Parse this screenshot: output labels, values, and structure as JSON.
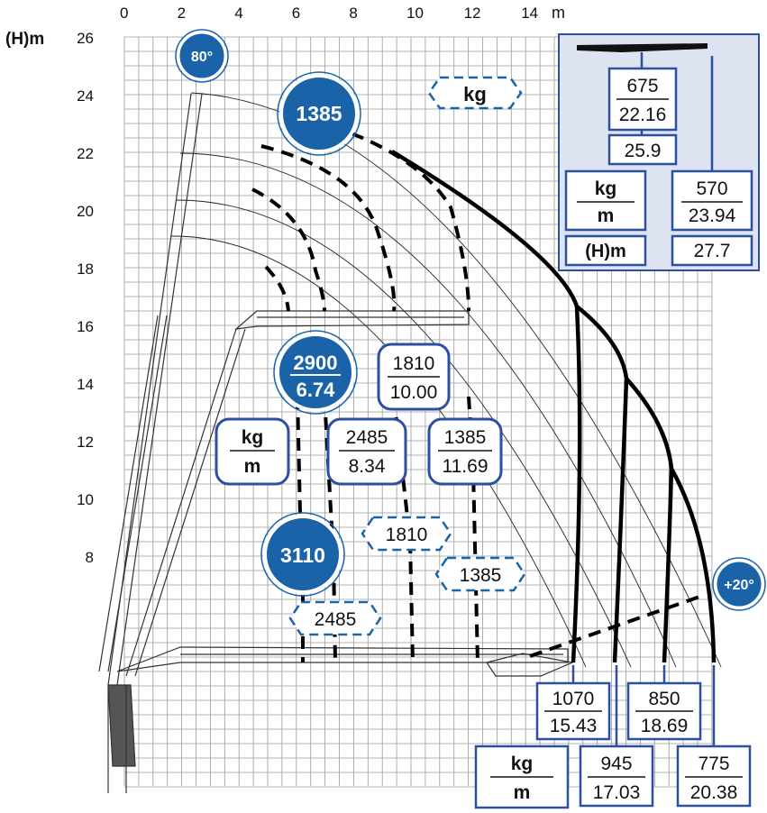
{
  "axes": {
    "x_unit": "m",
    "y_unit": "(H)m",
    "x_ticks": [
      "0",
      "2",
      "4",
      "6",
      "8",
      "10",
      "12",
      "14"
    ],
    "y_ticks": [
      "26",
      "24",
      "22",
      "20",
      "18",
      "16",
      "14",
      "12",
      "10",
      "8"
    ]
  },
  "angles": {
    "max": "80°",
    "min": "+20°"
  },
  "legend": {
    "kg": "kg",
    "m": "m",
    "hm": "(H)m"
  },
  "inset": {
    "load": "675",
    "reach": "22.16",
    "height_value": "25.9",
    "load2": "570",
    "reach2": "23.94",
    "height_value2": "27.7"
  },
  "capacities": {
    "c1385_top": "1385",
    "c2900": {
      "load": "2900",
      "reach": "6.74"
    },
    "c3110": "3110",
    "c2485_tag": "2485",
    "c1810_tag": "1810",
    "c1385_tag": "1385",
    "c1810": {
      "load": "1810",
      "reach": "10.00"
    },
    "c2485": {
      "load": "2485",
      "reach": "8.34"
    },
    "c1385": {
      "load": "1385",
      "reach": "11.69"
    }
  },
  "bottom_boxes": [
    {
      "load": "1070",
      "reach": "15.43"
    },
    {
      "load": "945",
      "reach": "17.03"
    },
    {
      "load": "850",
      "reach": "18.69"
    },
    {
      "load": "775",
      "reach": "20.38"
    }
  ],
  "colors": {
    "accent": "#1a63a8",
    "box_border": "#2c4f9e",
    "inset_bg": "#dde3f0"
  }
}
